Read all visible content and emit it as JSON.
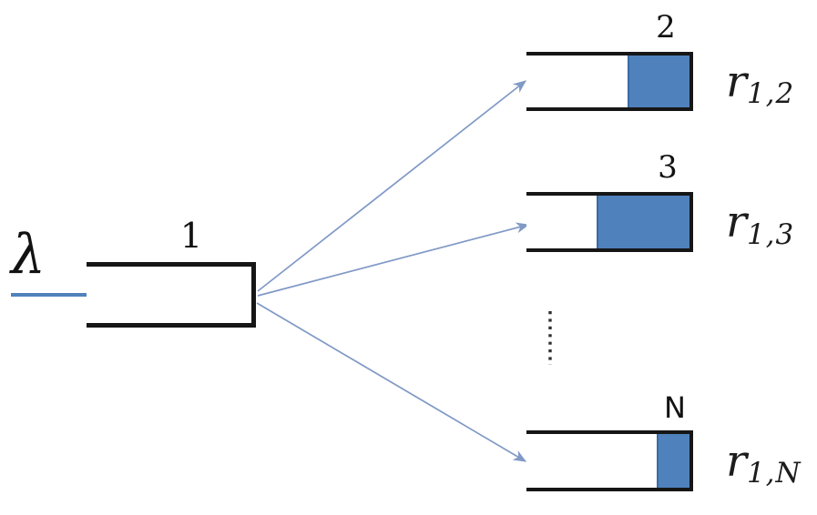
{
  "figure": {
    "type": "queueing-network-fork-diagram",
    "background": "#ffffff"
  },
  "colors": {
    "queue_stroke": "#161616",
    "queue_fill_blue": "#4f81bd",
    "queue_fill_edge": "#3a6ba5",
    "arrival_arrow_blue": "#4f81bd",
    "branch_arrow_blue": "#8099c6",
    "ellipsis_dots": "#303030",
    "text": "#121212"
  },
  "source": {
    "arrival_rate_label": "λ"
  },
  "first_station": {
    "label": "1"
  },
  "stations": [
    {
      "label": "2",
      "routing_base": "r",
      "routing_subscript": "1,2",
      "fill_fraction": 0.38
    },
    {
      "label": "3",
      "routing_base": "r",
      "routing_subscript": "1,3",
      "fill_fraction": 0.57
    },
    {
      "label": "N",
      "routing_base": "r",
      "routing_subscript": "1,N",
      "fill_fraction": 0.2
    }
  ],
  "ellipsis": {
    "meaning": "stations 4 to N-1 omitted",
    "style": "vertical-dotted-line"
  }
}
